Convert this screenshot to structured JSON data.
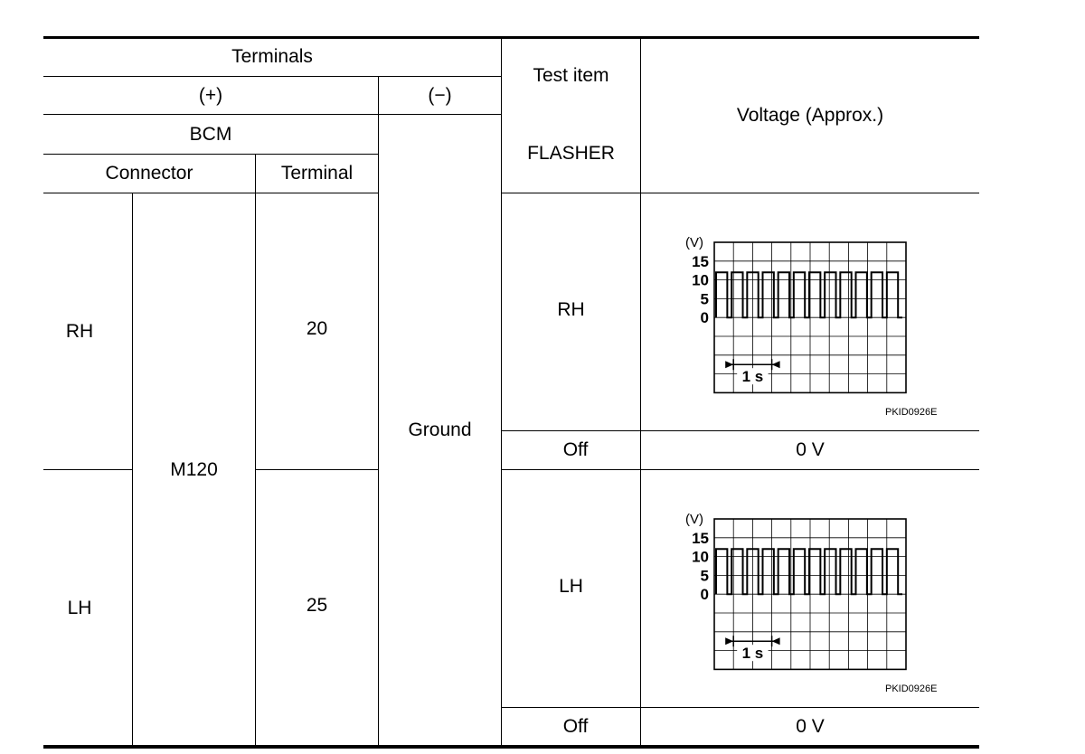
{
  "header": {
    "terminals": "Terminals",
    "plus": "(+)",
    "minus": "(−)",
    "test_item": "Test item",
    "voltage": "Voltage (Approx.)",
    "unit": "BCM",
    "flasher": "FLASHER",
    "connector": "Connector",
    "terminal": "Terminal"
  },
  "rows": [
    {
      "side": "RH",
      "terminal": "20",
      "test_on": "RH",
      "test_off": "Off",
      "voltage_off": "0 V",
      "scope": {
        "unit": "(V)",
        "ticks": [
          "15",
          "10",
          "5",
          "0"
        ],
        "time_label": "1 s",
        "code": "PKID0926E",
        "high_v": 12,
        "low_v": 0,
        "cycles": 12
      }
    },
    {
      "side": "LH",
      "terminal": "25",
      "test_on": "LH",
      "test_off": "Off",
      "voltage_off": "0 V",
      "scope": {
        "unit": "(V)",
        "ticks": [
          "15",
          "10",
          "5",
          "0"
        ],
        "time_label": "1 s",
        "code": "PKID0926E",
        "high_v": 12,
        "low_v": 0,
        "cycles": 12
      }
    }
  ],
  "connector": "M120",
  "ground": "Ground"
}
